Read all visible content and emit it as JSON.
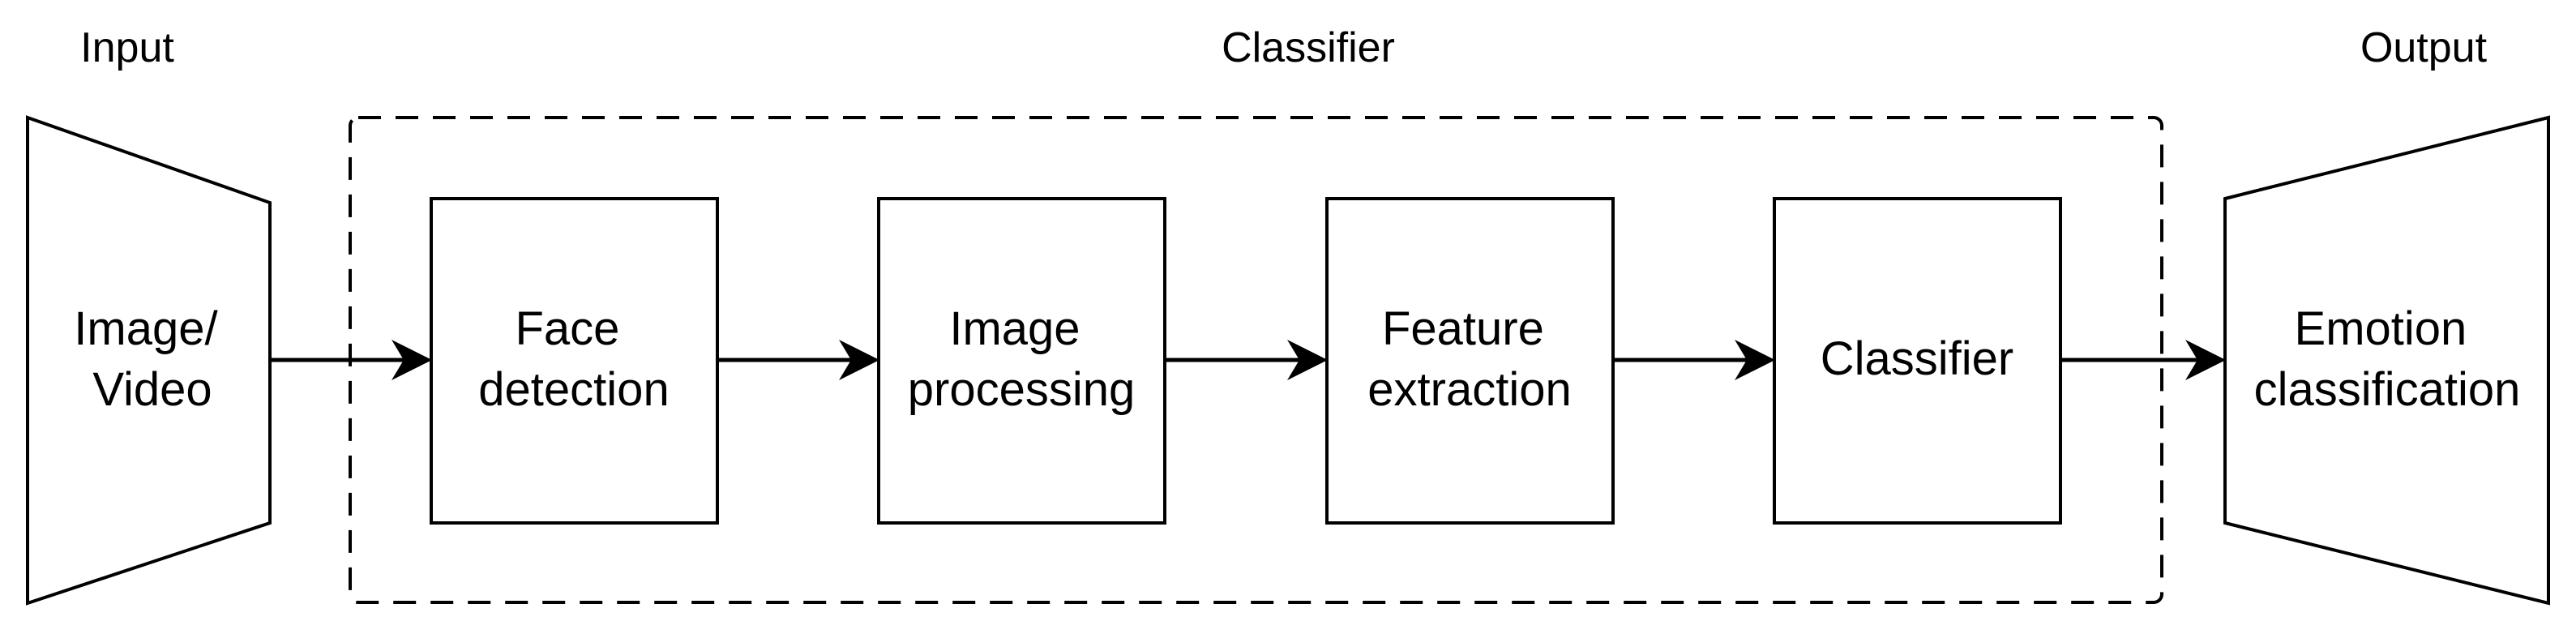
{
  "colors": {
    "stroke": "#000000",
    "background": "#ffffff",
    "text": "#000000"
  },
  "headers": {
    "input": "Input",
    "classifier": "Classifier",
    "output": "Output"
  },
  "input_shape": {
    "lines": [
      "Image/",
      "Video"
    ]
  },
  "stages": [
    {
      "id": "face-detection",
      "lines": [
        "Face",
        "detection"
      ]
    },
    {
      "id": "image-processing",
      "lines": [
        "Image",
        "processing"
      ]
    },
    {
      "id": "feature-extraction",
      "lines": [
        "Feature",
        "extraction"
      ]
    },
    {
      "id": "classifier",
      "lines": [
        "Classifier"
      ]
    }
  ],
  "output_shape": {
    "lines": [
      "Emotion",
      "classification"
    ]
  }
}
